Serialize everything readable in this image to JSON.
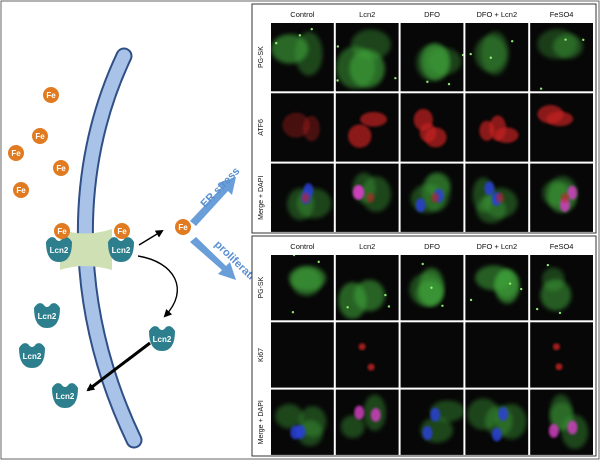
{
  "diagram": {
    "fe_label": "Fe",
    "lcn2_label": "Lcn2",
    "er_stress_label": "ER stress",
    "proliferation_label": "proliferation"
  },
  "panel_top": {
    "columns": [
      "Control",
      "Lcn2",
      "DFO",
      "DFO + Lcn2",
      "FeSO4"
    ],
    "rows": [
      "PG-SK",
      "ATF6",
      "Merge + DAPI"
    ]
  },
  "panel_bottom": {
    "columns": [
      "Control",
      "Lcn2",
      "DFO",
      "DFO + Lcn2",
      "FeSO4"
    ],
    "rows": [
      "PG-SK",
      "Ki67",
      "Merge + DAPI"
    ]
  },
  "colors": {
    "fe": "#e07b22",
    "lcn2": "#2d7f8e",
    "membrane": "#a9c3e8",
    "membrane_edge": "#2f4f86",
    "channel": "#cfe0b4",
    "arrow": "#6a9ed8"
  }
}
